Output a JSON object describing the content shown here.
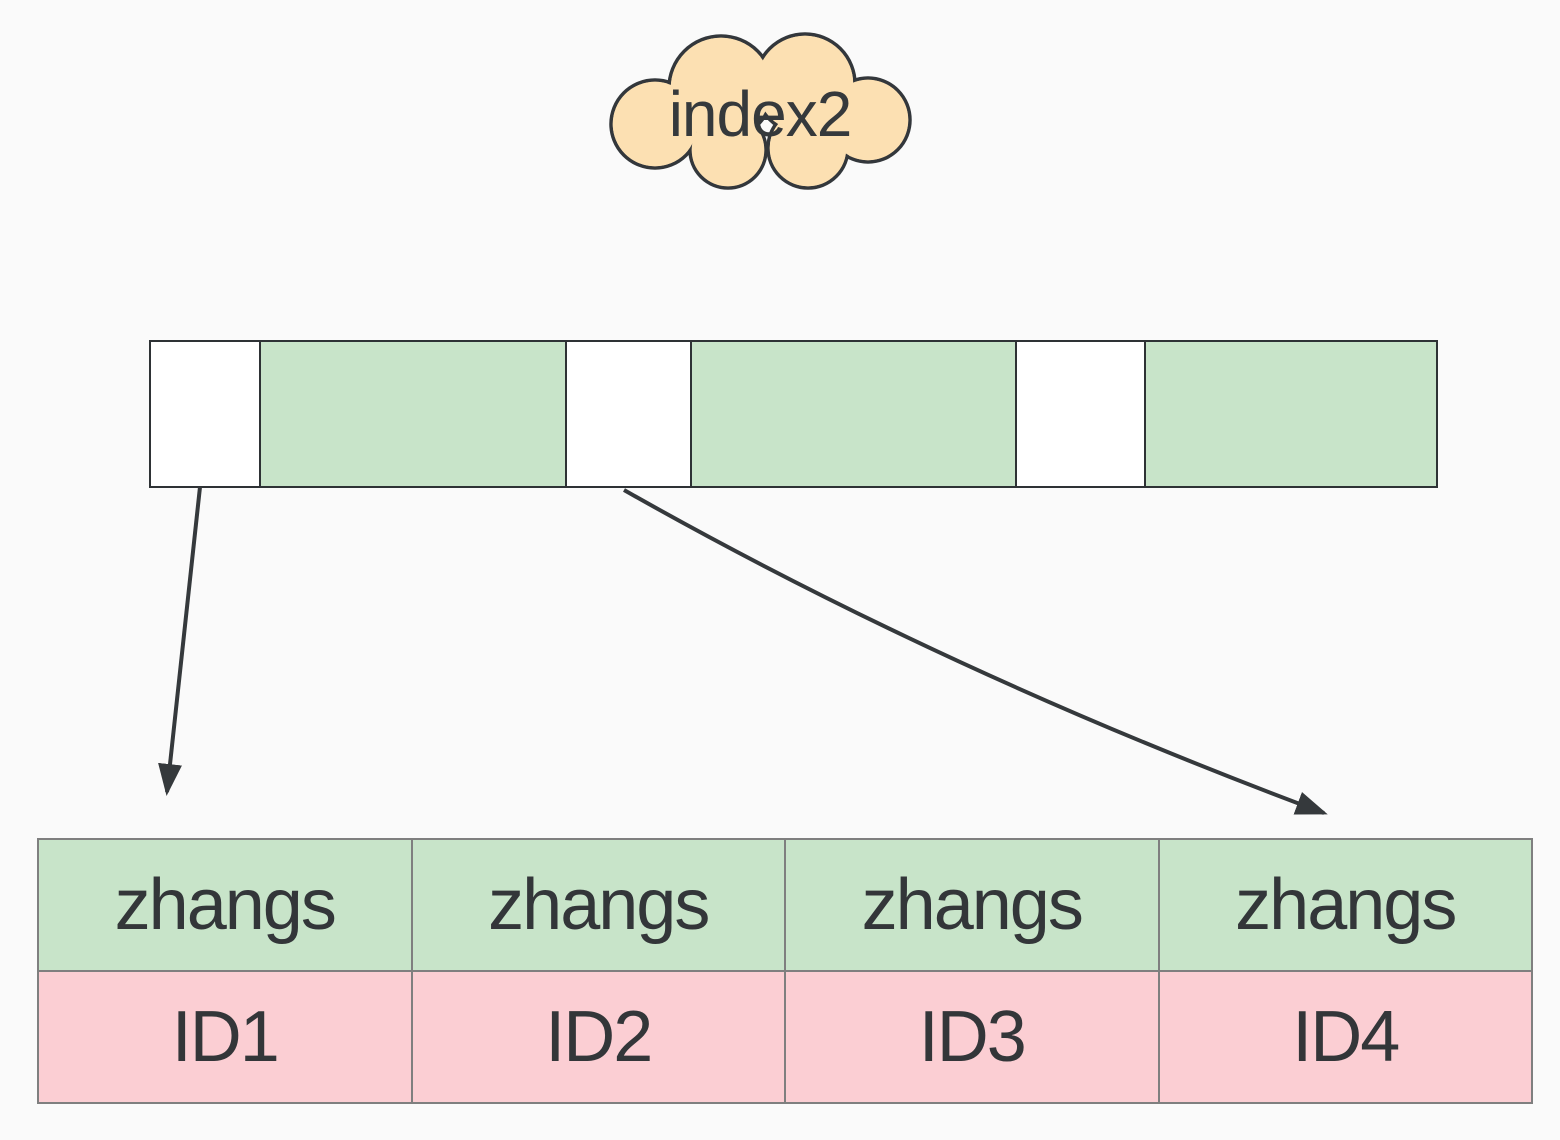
{
  "cloud": {
    "label": "index2",
    "fill_color": "#FCE0B2",
    "stroke_color": "#33373B"
  },
  "index_bar": {
    "segments": [
      {
        "state": "empty"
      },
      {
        "state": "filled"
      },
      {
        "state": "empty"
      },
      {
        "state": "filled"
      },
      {
        "state": "empty"
      },
      {
        "state": "filled"
      }
    ],
    "filled_color": "#C8E4C9",
    "empty_color": "#FFFFFF",
    "border_color": "#2E3235"
  },
  "arrows": [
    {
      "from": "bar-empty-segment-1",
      "to": "record-1"
    },
    {
      "from": "bar-empty-segment-2",
      "to": "record-4"
    }
  ],
  "table": {
    "rows": [
      {
        "kind": "name",
        "color": "#C8E4C9",
        "cells": [
          "zhangs",
          "zhangs",
          "zhangs",
          "zhangs"
        ]
      },
      {
        "kind": "id",
        "color": "#FBCED3",
        "cells": [
          "ID1",
          "ID2",
          "ID3",
          "ID4"
        ]
      }
    ],
    "border_color": "#7F7F7F"
  },
  "colors": {
    "background": "#FAFAFA",
    "text": "#333639",
    "arrow": "#35393C"
  }
}
